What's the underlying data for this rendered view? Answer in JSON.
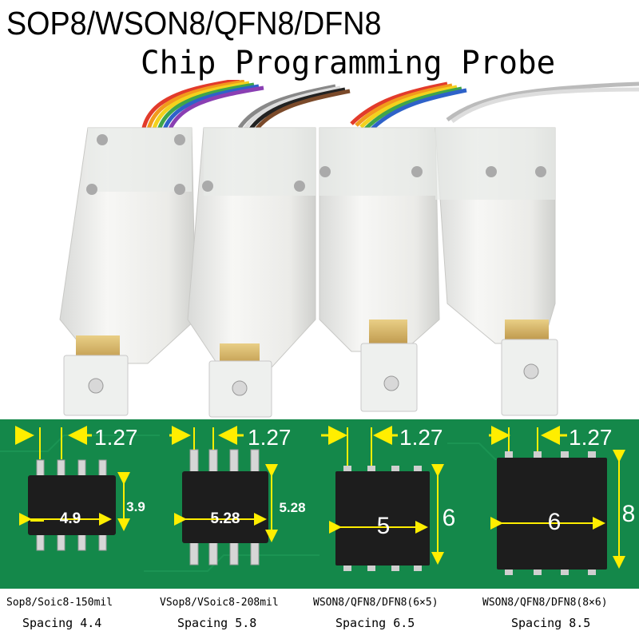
{
  "title": {
    "line1": "SOP8/WSON8/QFN8/DFN8",
    "line2": "Chip Programming Probe"
  },
  "chips": [
    {
      "pitch": "1.27",
      "width": "4.9",
      "height": "3.9",
      "caption": "Sop8/Soic8-150mil",
      "spacing": "Spacing 4.4"
    },
    {
      "pitch": "1.27",
      "width": "5.28",
      "height": "5.28",
      "caption": "VSop8/VSoic8-208mil",
      "spacing": "Spacing 5.8"
    },
    {
      "pitch": "1.27",
      "width": "5",
      "height": "6",
      "caption": "WSON8/QFN8/DFN8(6×5)",
      "spacing": "Spacing 6.5"
    },
    {
      "pitch": "1.27",
      "width": "6",
      "height": "8",
      "caption": "WSON8/QFN8/DFN8(8×6)",
      "spacing": "Spacing 8.5"
    }
  ],
  "colors": {
    "board_green": "#14884a",
    "dimension_yellow": "#ffee00",
    "probe_white": "#f2f2f0",
    "pin_gold": "#c9a14a"
  }
}
